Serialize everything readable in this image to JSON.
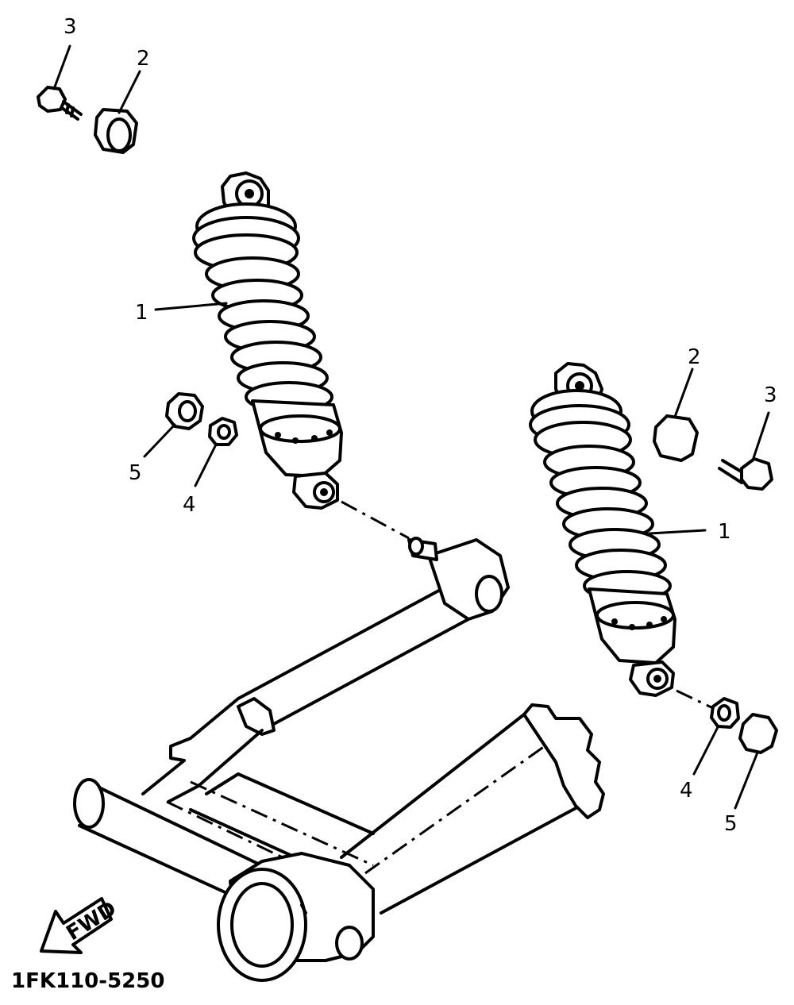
{
  "diagram": {
    "drawing_code": "1FK110-5250",
    "fwd_label": "FWD",
    "callouts": {
      "shock_absorber_left": "1",
      "shock_absorber_right": "1",
      "collar_top_left": "2",
      "collar_right": "2",
      "bolt_top_left": "3",
      "bolt_right": "3",
      "washer_left": "4",
      "washer_right": "4",
      "nut_left": "5",
      "nut_right": "5"
    }
  }
}
